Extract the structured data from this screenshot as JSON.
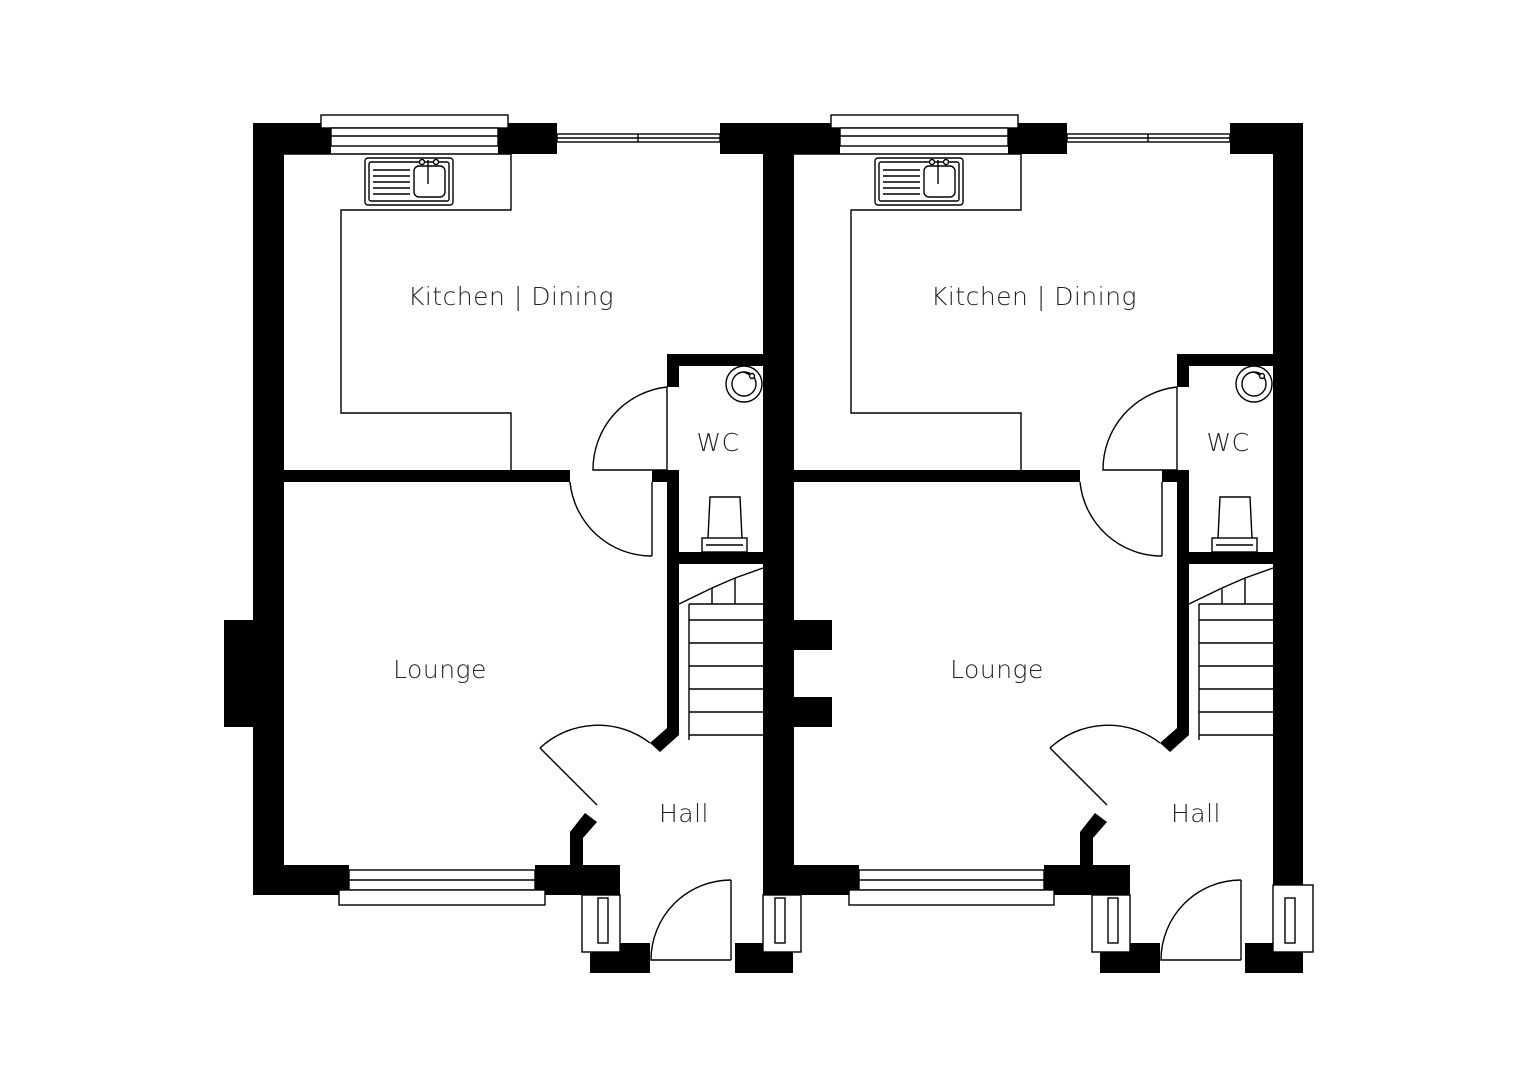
{
  "units": [
    {
      "kitchen_label": "Kitchen | Dining",
      "wc_label": "WC",
      "lounge_label": "Lounge",
      "hall_label": "Hall"
    },
    {
      "kitchen_label": "Kitchen | Dining",
      "wc_label": "WC",
      "lounge_label": "Lounge",
      "hall_label": "Hall"
    }
  ],
  "colors": {
    "wall": "#000000",
    "line": "#000000",
    "background": "#ffffff"
  }
}
